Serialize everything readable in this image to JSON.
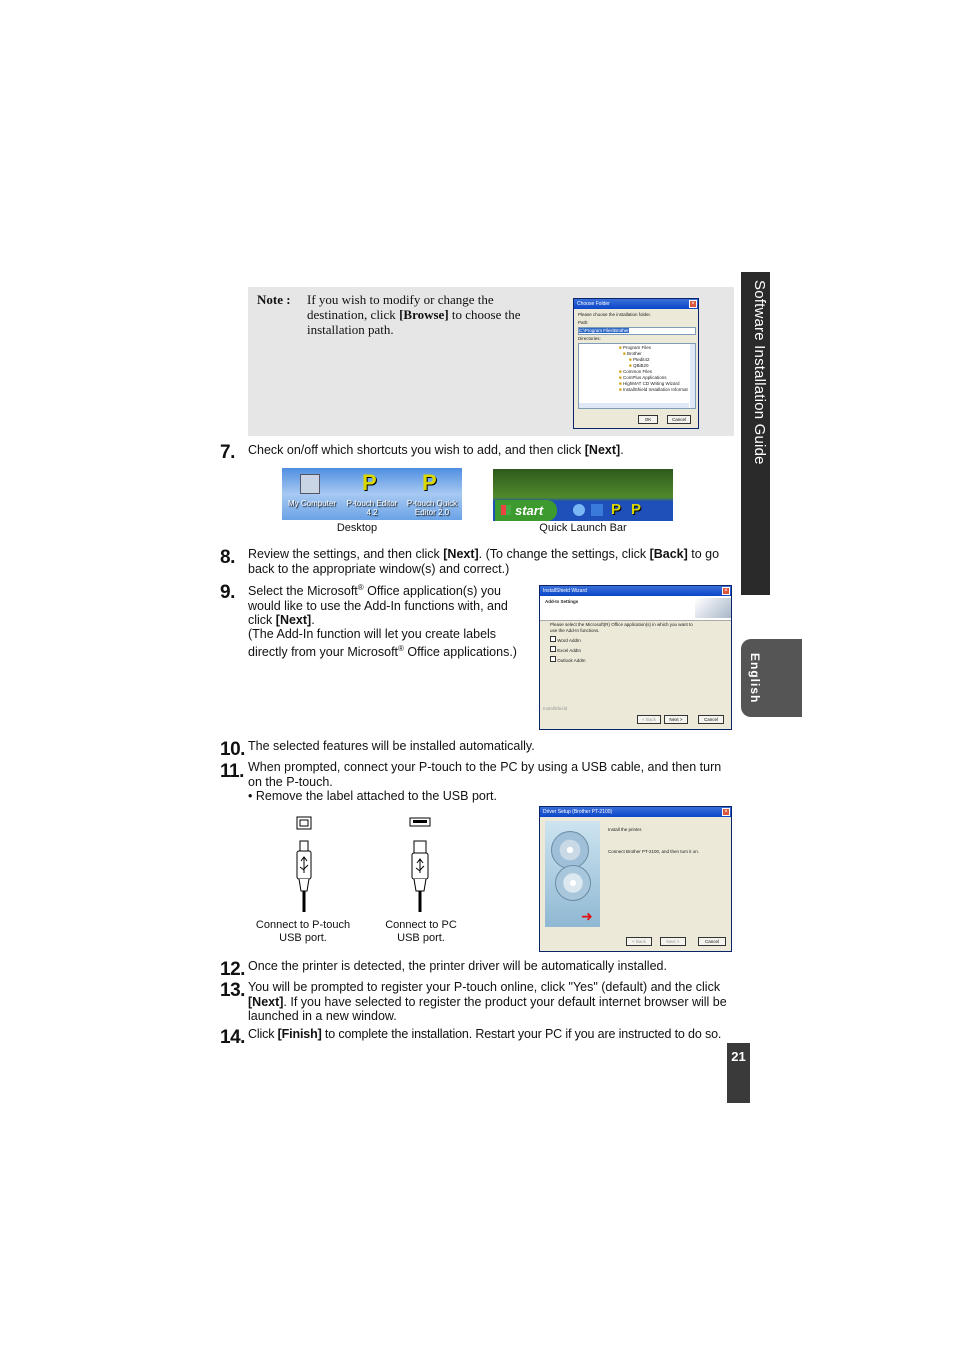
{
  "sidebar": {
    "section_title": "Software Installation Guide",
    "language_tab": "English"
  },
  "page_number": "21",
  "note": {
    "label": "Note :",
    "text_before": "If you wish to modify or change the destination, click ",
    "text_bold": "[Browse]",
    "text_after": " to choose the installation path.",
    "dialog": {
      "title": "Choose Folder",
      "prompt": "Please choose the installation folder.",
      "path_label": "Path:",
      "path_value": "C:\\Program Files\\Brother",
      "dirs_label": "Directories:",
      "tree": [
        "Program Files",
        "Brother",
        "Ptedit42",
        "QBiB20",
        "Common Files",
        "ComPlus Applications",
        "HighMAT CD Writing Wizard",
        "InstallShield Installation Informat"
      ],
      "ok": "OK",
      "cancel": "Cancel"
    }
  },
  "steps": {
    "s7": {
      "num": "7.",
      "text_before": "Check on/off which shortcuts you wish to add, and then click ",
      "bold": "[Next]",
      "text_after": ".",
      "desktop_caption": "Desktop",
      "quicklaunch_caption": "Quick Launch Bar",
      "icons": [
        "My Computer",
        "P-touch Editor 4.2",
        "P-touch Quick Editor 2.0"
      ],
      "start_label": "start"
    },
    "s8": {
      "num": "8.",
      "t1": "Review the settings, and then click ",
      "b1": "[Next]",
      "t2": ". (To change the settings, click ",
      "b2": "[Back]",
      "t3": " to go back to the appropriate window(s) and correct.)"
    },
    "s9": {
      "num": "9.",
      "line1_before": "Select the Microsoft",
      "reg": "®",
      "line1_after": " Office application(s) you would like to use the Add-In functions with, and click ",
      "bold": "[Next]",
      "end": ".",
      "p2_before": "(The Add-In function will let you create labels directly from your Microsoft",
      "p2_after": " Office applications.)",
      "dialog": {
        "title": "InstallShield Wizard",
        "header": "Add-In Settings",
        "desc": "Please select the Microsoft(R) Office application(s) in which you want to use the Add-In functions.",
        "options": [
          "Word AddIn",
          "Excel AddIn",
          "Outlook AddIn"
        ],
        "footer": "InstallShield",
        "back": "< Back",
        "next": "Next >",
        "cancel": "Cancel"
      }
    },
    "s10": {
      "num": "10.",
      "text": "The selected features will be installed automatically."
    },
    "s11": {
      "num": "11.",
      "text": "When prompted, connect your P-touch to the PC by using a USB cable, and then turn on the P-touch.",
      "bullet": "• Remove the label attached to the USB port.",
      "cap_ptouch": "Connect to P-touch USB port.",
      "cap_pc": "Connect to PC USB port.",
      "dialog": {
        "title": "Driver Setup (Brother PT-2100)",
        "line1": "Install the printer.",
        "line2": "Connect Brother PT-2100, and then turn it on.",
        "back": "< Back",
        "next": "Next >",
        "cancel": "Cancel"
      }
    },
    "s12": {
      "num": "12.",
      "text": "Once the printer is detected, the printer driver will be automatically installed."
    },
    "s13": {
      "num": "13.",
      "t1": "You will be prompted to register your P-touch online, click \"Yes\" (default) and the click ",
      "b1": "[Next]",
      "t2": ". If you have selected to register the product your default internet browser will be launched in a new window."
    },
    "s14": {
      "num": "14.",
      "t1": "Click ",
      "b1": "[Finish]",
      "t2": " to complete the installation. Restart your PC if you are instructed to do so."
    }
  },
  "colors": {
    "tab_dark": "#2a2a2a",
    "tab_grey": "#555555",
    "note_bg": "#e6e6e6",
    "xp_blue": "#0a46c9",
    "start_green": "#3c9a2f"
  }
}
